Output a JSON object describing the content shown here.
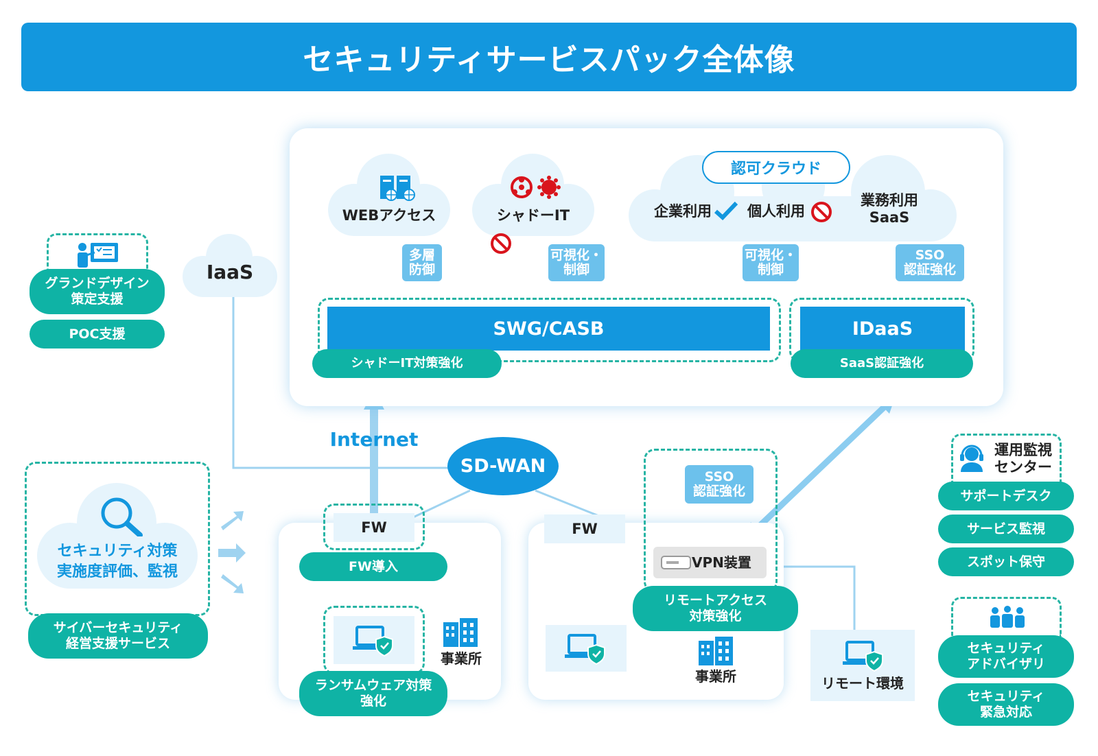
{
  "title": "セキュリティサービスパック全体像",
  "cloud_panel": {
    "web_access": "WEBアクセス",
    "shadow_it": "シャドーIT",
    "auth_cloud": "認可クラウド",
    "corporate_use": "企業利用",
    "personal_use": "個人利用",
    "business_saas": "業務利用\nSaaS",
    "tag_multi_layer": "多層\n防御",
    "tag_visualize_1": "可視化・\n制御",
    "tag_visualize_2": "可視化・\n制御",
    "tag_sso": "SSO\n認証強化",
    "swg_casb": "SWG/CASB",
    "idaas": "IDaaS",
    "shadow_it_measures": "シャドーIT対策強化",
    "saas_auth": "SaaS認証強化"
  },
  "left": {
    "grand_design": "グランドデザイン\n策定支援",
    "poc": "POC支援",
    "iaas": "IaaS",
    "assessment": "セキュリティ対策\n実施度評価、監視",
    "cyber_mgmt": "サイバーセキュリティ\n経営支援サービス"
  },
  "network": {
    "internet": "Internet",
    "sdwan": "SD-WAN",
    "fw1": "FW",
    "fw2": "FW",
    "fw_intro": "FW導入",
    "ransomware": "ランサムウェア対策\n強化",
    "office1": "事業所",
    "office2": "事業所",
    "sso_tag": "SSO\n認証強化",
    "vpn": "VPN装置",
    "remote_access": "リモートアクセス\n対策強化",
    "remote_env": "リモート環境"
  },
  "right": {
    "ops_center": "運用監視\nセンター",
    "support_desk": "サポートデスク",
    "service_monitor": "サービス監視",
    "spot_maintenance": "スポット保守",
    "security_advisory": "セキュリティ\nアドバイザリ",
    "security_emergency": "セキュリティ\n緊急対応"
  },
  "colors": {
    "blue": "#1397de",
    "teal": "#0fb3a5",
    "light_blue": "#6cc1ec",
    "cloud": "#e6f4fc"
  }
}
